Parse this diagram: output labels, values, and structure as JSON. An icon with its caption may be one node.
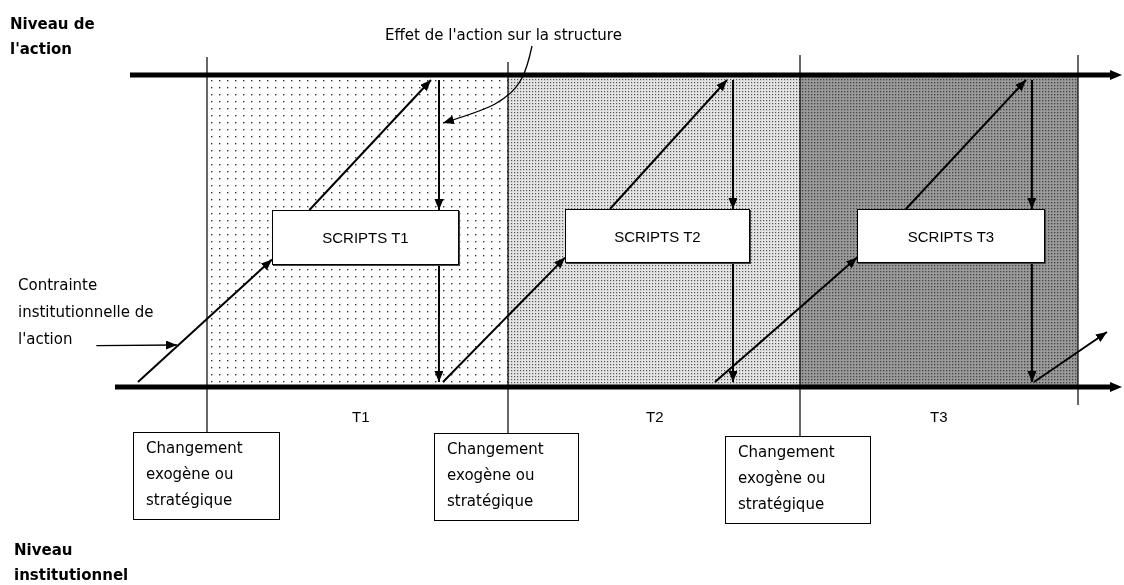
{
  "diagram": {
    "nodes": [
      {
        "text": [
          "SCRIPTS T1"
        ]
      },
      {
        "text": [
          "SCRIPTS T2"
        ]
      },
      {
        "text": [
          "SCRIPTS T3"
        ]
      },
      {
        "text": [
          "Changement exogène ou stratégique"
        ]
      },
      {
        "text": [
          "Changement exogène ou stratégique"
        ]
      },
      {
        "text": [
          "Changement exogène ou stratégique"
        ]
      },
      {
        "text": [
          "Effet de l'action sur la structure"
        ]
      },
      {
        "text": [
          "Contrainte institutionnelle de l'action"
        ]
      },
      {
        "text": [],
        "shape": "bar"
      },
      {
        "text": [],
        "shape": "bar"
      }
    ],
    "edges": [
      {
        "from": 9,
        "to": 0,
        "arrow": "to"
      },
      {
        "from": 0,
        "to": 8,
        "arrow": "to"
      },
      {
        "from": 8,
        "to": 0,
        "arrow": "to"
      },
      {
        "from": 0,
        "to": 9,
        "arrow": "to"
      },
      {
        "from": 9,
        "to": 1,
        "arrow": "to"
      },
      {
        "from": 1,
        "to": 8,
        "arrow": "to"
      },
      {
        "from": 8,
        "to": 1,
        "arrow": "to"
      },
      {
        "from": 1,
        "to": 9,
        "arrow": "to"
      },
      {
        "from": 9,
        "to": 2,
        "arrow": "to"
      },
      {
        "from": 2,
        "to": 8,
        "arrow": "to"
      },
      {
        "from": 8,
        "to": 2,
        "arrow": "to"
      },
      {
        "from": 2,
        "to": 9,
        "arrow": "to"
      },
      {
        "from": 9,
        "to": null,
        "arrow": "to"
      },
      {
        "from": 6,
        "to": null,
        "arrow": "to"
      },
      {
        "from": 7,
        "to": null,
        "arrow": "to"
      }
    ],
    "labels": [
      "Niveau de l'action",
      "T1",
      "T2",
      "T3",
      "Niveau institutionnel"
    ]
  }
}
